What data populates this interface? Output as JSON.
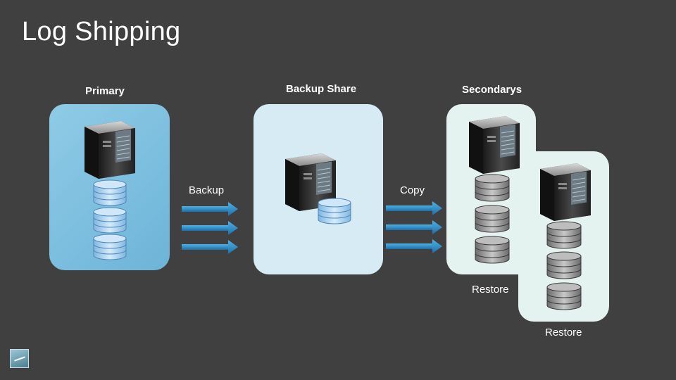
{
  "title": "Log Shipping",
  "labels": {
    "primary": "Primary",
    "backup_share": "Backup Share",
    "secondarys": "Secondarys",
    "backup": "Backup",
    "copy": "Copy",
    "restore_1": "Restore",
    "restore_2": "Restore"
  },
  "colors": {
    "background": "#404040",
    "primary_panel": "#7fc0e0",
    "share_panel": "#d7ebf5",
    "secondary_panel": "#e5f3f0",
    "arrow": "#2f8fc6",
    "db_blue": "#aed3f0",
    "db_gray": "#a0a0a0"
  },
  "icons": [
    "server-icon",
    "database-icon",
    "arrow-right-icon",
    "logo-icon"
  ]
}
